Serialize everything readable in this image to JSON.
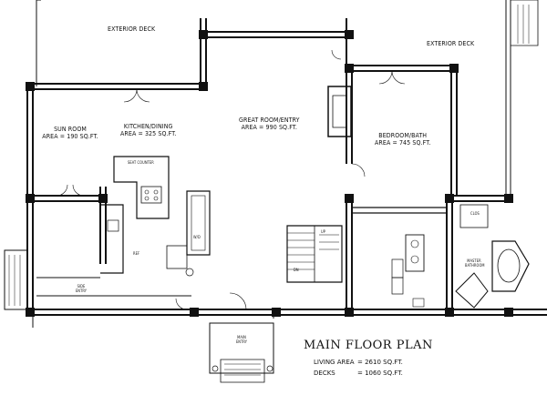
{
  "plan_title": "MAIN FLOOR PLAN",
  "areas": [
    {
      "name": "EXTERIOR DECK",
      "area": ""
    },
    {
      "name": "EXTERIOR DECK",
      "area": ""
    },
    {
      "name": "SUN ROOM",
      "area": "AREA = 190 SQ.FT."
    },
    {
      "name": "KITCHEN/DINING",
      "area": "AREA = 325 SQ.FT."
    },
    {
      "name": "GREAT ROOM/ENTRY",
      "area": "AREA = 990 SQ.FT."
    },
    {
      "name": "BEDROOM/BATH",
      "area": "AREA = 745 SQ.FT."
    },
    {
      "name": "SIDE ENTRY",
      "area": ""
    },
    {
      "name": "MAIN ENTRY",
      "area": ""
    }
  ],
  "small_labels": [
    "SEAT COUNTER",
    "MASTER BATHROOM",
    "REF",
    "W/D",
    "DN",
    "UP",
    "CLOS"
  ],
  "totals": [
    {
      "label": "LIVING AREA",
      "value": "= 2610 SQ.FT."
    },
    {
      "label": "DECKS",
      "value": "= 1060 SQ.FT."
    }
  ]
}
